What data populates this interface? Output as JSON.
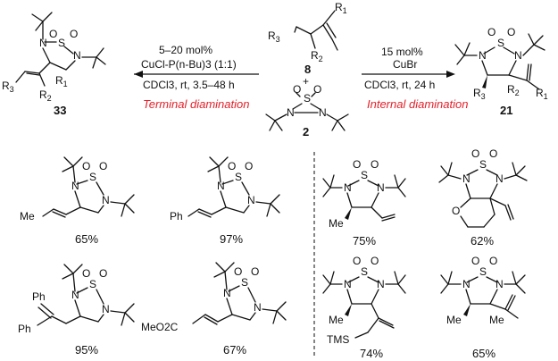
{
  "scheme": {
    "center": {
      "diene_label": "8",
      "reagent_label": "2",
      "plus": "+",
      "R1": "R",
      "R1_sub": "1",
      "R2": "R",
      "R2_sub": "2",
      "R3": "R",
      "R3_sub": "3"
    },
    "left": {
      "cond_line1": "5–20 mol%",
      "cond_line2": "CuCl-P(n-Bu)3 (1:1)",
      "cond_line3": "CDCl3, rt, 3.5–48 h",
      "mode": "Terminal diamination",
      "product_label": "33"
    },
    "right": {
      "cond_line1": "15 mol%",
      "cond_line2": "CuBr",
      "cond_line3": "CDCl3, rt, 24 h",
      "mode": "Internal diamination",
      "product_label": "21"
    }
  },
  "atoms": {
    "S": "S",
    "O": "O",
    "N": "N",
    "Me": "Me",
    "Ph": "Ph",
    "TMS": "TMS",
    "MeO2C": "MeO2C"
  },
  "examples": {
    "terminal": [
      {
        "yield": "65%",
        "substituent": "Me"
      },
      {
        "yield": "97%",
        "substituent": "Ph"
      },
      {
        "yield": "95%",
        "substituent": "Ph"
      },
      {
        "yield": "67%",
        "substituent": "MeO2C"
      }
    ],
    "internal": [
      {
        "yield": "75%"
      },
      {
        "yield": "62%"
      },
      {
        "yield": "74%"
      },
      {
        "yield": "65%"
      }
    ]
  }
}
